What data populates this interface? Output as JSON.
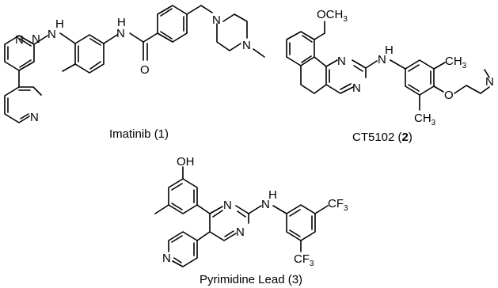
{
  "molecules": [
    {
      "caption_text": "Imatinib (1)",
      "atoms": {
        "n1": "N",
        "n2": "N",
        "nh": "N",
        "h_nh": "H",
        "n_py": "N",
        "amide_nh": "N",
        "amide_h": "H",
        "o": "O",
        "n_pip1": "N",
        "n_pip2": "N"
      }
    },
    {
      "caption_prefix": "CT5102 (",
      "caption_bold": "2",
      "caption_suffix": ")",
      "atoms": {
        "och3": "OCH",
        "och3_sub": "3",
        "n1": "N",
        "n2": "N",
        "nh": "N",
        "h_nh": "H",
        "ch3_top": "CH",
        "ch3_top_sub": "3",
        "ch3_bot": "CH",
        "ch3_bot_sub": "3",
        "o": "O",
        "n_end": "N"
      }
    },
    {
      "caption_text": "Pyrimidine Lead (3)",
      "atoms": {
        "oh": "OH",
        "n1": "N",
        "n2": "N",
        "nh": "N",
        "h_nh": "H",
        "n_py": "N",
        "cf3_top": "CF",
        "cf3_top_sub": "3",
        "cf3_bot": "CF",
        "cf3_bot_sub": "3"
      }
    }
  ]
}
